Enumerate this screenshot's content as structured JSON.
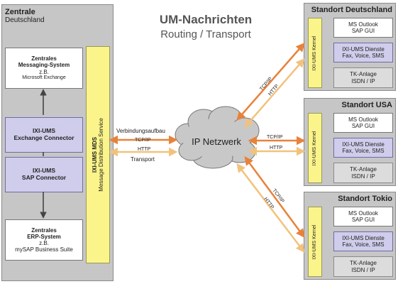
{
  "title": {
    "line1": "UM-Nachrichten",
    "line2": "Routing / Transport"
  },
  "zentrale": {
    "title_line1": "Zentrale",
    "title_line2": "Deutschland",
    "messaging": {
      "line1": "Zentrales",
      "line2": "Messaging-System",
      "line3": "z.B.",
      "line4": "Microsoft Exchange"
    },
    "exchange_connector": {
      "line1": "IXI-UMS",
      "line2": "Exchange Connector"
    },
    "sap_connector": {
      "line1": "IXI-UMS",
      "line2": "SAP Connector"
    },
    "erp": {
      "line1": "Zentrales",
      "line2": "ERP-System",
      "line3": "z.B.",
      "line4": "mySAP Business Suite"
    },
    "mds": {
      "line1": "IXI-UMS MDS",
      "line2": "Message Distribution Service"
    }
  },
  "network": {
    "cloud_label": "IP Netzwerk",
    "left_labels": {
      "verbindung": "Verbindungsaufbau",
      "tcpip": "TCP/IP",
      "http": "HTTP",
      "transport": "Transport"
    },
    "top_labels": {
      "tcpip": "TCP/IP",
      "http": "HTTP"
    },
    "mid_labels": {
      "tcpip": "TCP/IP",
      "http": "HTTP"
    },
    "bottom_labels": {
      "tcpip": "TCP/IP",
      "http": "HTTP"
    }
  },
  "sites": [
    {
      "title": "Standort Deutschland",
      "kernel": "IXI-UMS Kernel",
      "outlook": {
        "line1": "MS Outlook",
        "line2": "SAP GUI"
      },
      "dienste": {
        "line1": "IXI-UMS Dienste",
        "line2": "Fax, Voice, SMS"
      },
      "tk": {
        "line1": "TK-Anlage",
        "line2": "ISDN / IP"
      }
    },
    {
      "title": "Standort USA",
      "kernel": "IXI-UMS Kernel",
      "outlook": {
        "line1": "MS Outlook",
        "line2": "SAP GUI"
      },
      "dienste": {
        "line1": "IXI-UMS Dienste",
        "line2": "Fax, Voice, SMS"
      },
      "tk": {
        "line1": "TK-Anlage",
        "line2": "ISDN / IP"
      }
    },
    {
      "title": "Standort Tokio",
      "kernel": "IXI-UMS Kernel",
      "outlook": {
        "line1": "MS Outlook",
        "line2": "SAP GUI"
      },
      "dienste": {
        "line1": "IXI-UMS Dienste",
        "line2": "Fax, Voice, SMS"
      },
      "tk": {
        "line1": "TK-Anlage",
        "line2": "ISDN / IP"
      }
    }
  ],
  "colors": {
    "panel": "#c6c6c6",
    "kernel": "#fbf48a",
    "connector": "#cfcdeb",
    "arrow_orange": "#e8823a",
    "arrow_light": "#f2c27c",
    "cloud": "#c8c8c8"
  }
}
